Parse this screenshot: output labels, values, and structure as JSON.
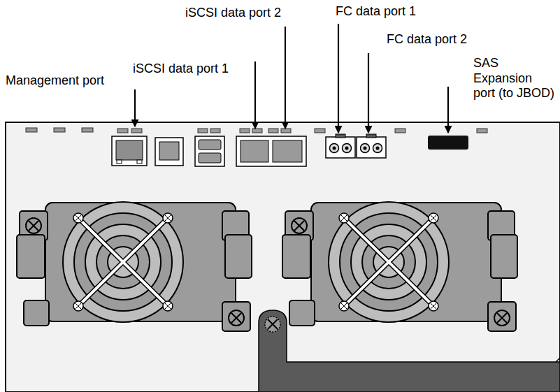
{
  "diagram": {
    "labels": [
      "Management port",
      "iSCSI data port 1",
      "iSCSI data port 2",
      "FC data port 1",
      "FC data port 2",
      "SAS Expansion port (to JBOD)"
    ]
  }
}
